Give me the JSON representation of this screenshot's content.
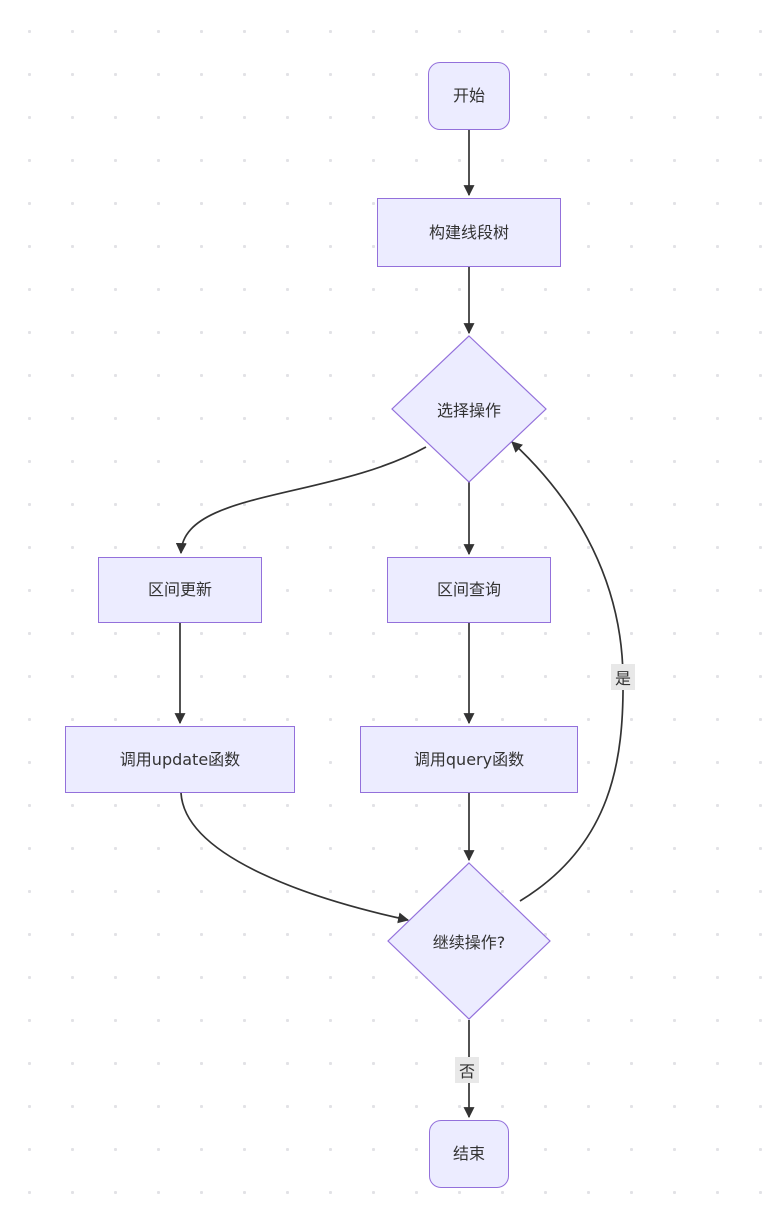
{
  "diagram": {
    "type": "flowchart",
    "nodes": {
      "start": {
        "label": "开始",
        "shape": "rounded-rect"
      },
      "build": {
        "label": "构建线段树",
        "shape": "rect"
      },
      "choose": {
        "label": "选择操作",
        "shape": "diamond"
      },
      "update": {
        "label": "区间更新",
        "shape": "rect"
      },
      "query": {
        "label": "区间查询",
        "shape": "rect"
      },
      "call_update": {
        "label": "调用update函数",
        "shape": "rect"
      },
      "call_query": {
        "label": "调用query函数",
        "shape": "rect"
      },
      "continue": {
        "label": "继续操作?",
        "shape": "diamond"
      },
      "end": {
        "label": "结束",
        "shape": "rounded-rect"
      }
    },
    "edge_labels": {
      "yes": "是",
      "no": "否"
    },
    "edges": [
      {
        "from": "start",
        "to": "build",
        "label": ""
      },
      {
        "from": "build",
        "to": "choose",
        "label": ""
      },
      {
        "from": "choose",
        "to": "update",
        "label": ""
      },
      {
        "from": "choose",
        "to": "query",
        "label": ""
      },
      {
        "from": "update",
        "to": "call_update",
        "label": ""
      },
      {
        "from": "query",
        "to": "call_query",
        "label": ""
      },
      {
        "from": "call_update",
        "to": "continue",
        "label": ""
      },
      {
        "from": "call_query",
        "to": "continue",
        "label": ""
      },
      {
        "from": "continue",
        "to": "choose",
        "label": "是"
      },
      {
        "from": "continue",
        "to": "end",
        "label": "否"
      }
    ],
    "colors": {
      "node_fill": "#ECECFF",
      "node_border": "#9370DB",
      "edge": "#333333",
      "edge_label_bg": "#e8e8e8",
      "text": "#333333",
      "background_dots": "#e2e2e6"
    }
  }
}
